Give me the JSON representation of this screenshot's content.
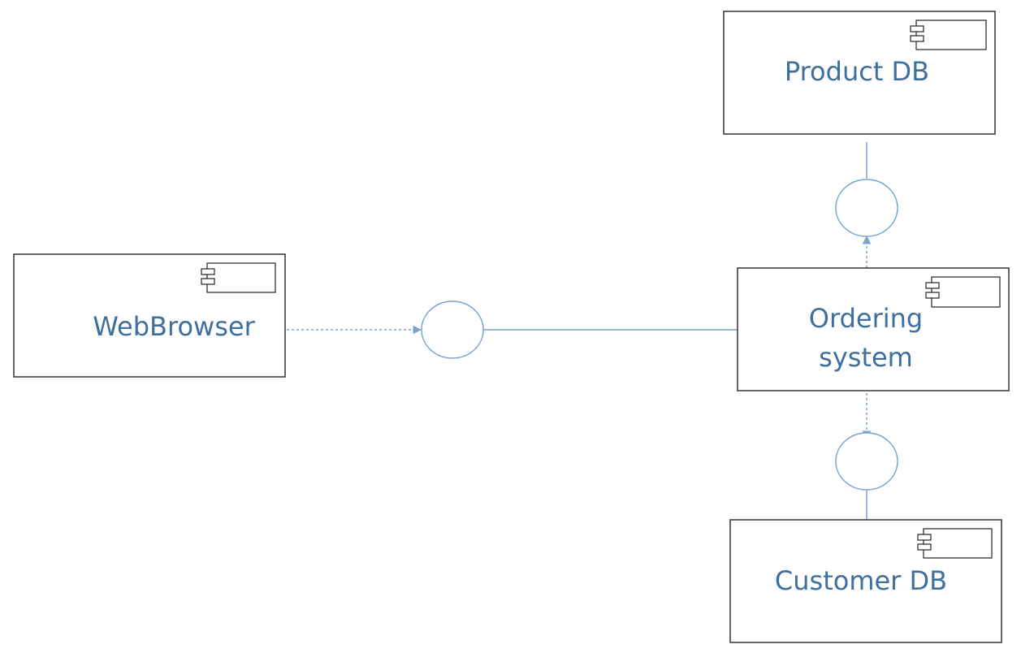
{
  "diagram": {
    "type": "UML component diagram",
    "components": {
      "product_db": {
        "label_lines": [
          "Product DB"
        ]
      },
      "web_browser": {
        "label_lines": [
          "WebBrowser"
        ]
      },
      "ordering_system": {
        "label_lines": [
          "Ordering",
          "system"
        ]
      },
      "customer_db": {
        "label_lines": [
          "Customer DB"
        ]
      }
    },
    "interfaces": [
      {
        "id": "ordering-interface",
        "provided_by": "ordering_system",
        "required_by": "web_browser"
      },
      {
        "id": "product-interface",
        "provided_by": "product_db",
        "required_by": "ordering_system"
      },
      {
        "id": "customer-interface",
        "provided_by": "customer_db",
        "required_by": "ordering_system"
      }
    ],
    "colors": {
      "label": "#3e6f9f",
      "connector": "#7aa2cf",
      "box_border": "#333333"
    }
  }
}
